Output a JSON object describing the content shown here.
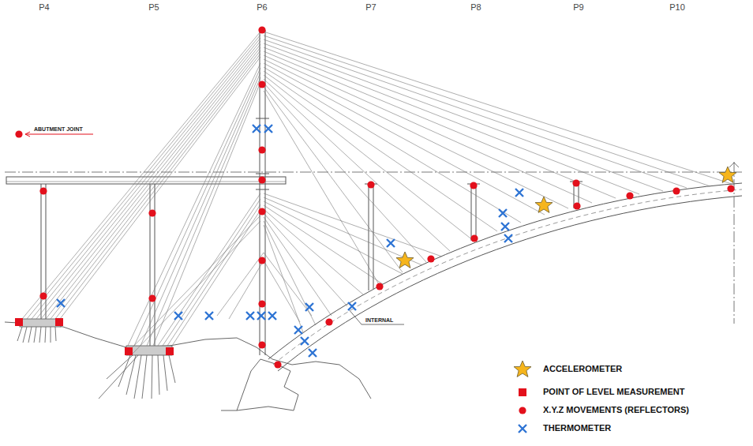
{
  "diagram": {
    "labels": [
      "P4",
      "P5",
      "P6",
      "P7",
      "P8",
      "P9",
      "P10",
      "ABUTMENT JOINT",
      "INTERNAL"
    ],
    "legend": [
      {
        "text": "ACCELEROMETER"
      },
      {
        "text": "POINT OF LEVEL MEASUREMENT"
      },
      {
        "text": "X.Y.Z MOVEMENTS (REFLECTORS)"
      },
      {
        "text": "THERMOMETER"
      }
    ]
  }
}
